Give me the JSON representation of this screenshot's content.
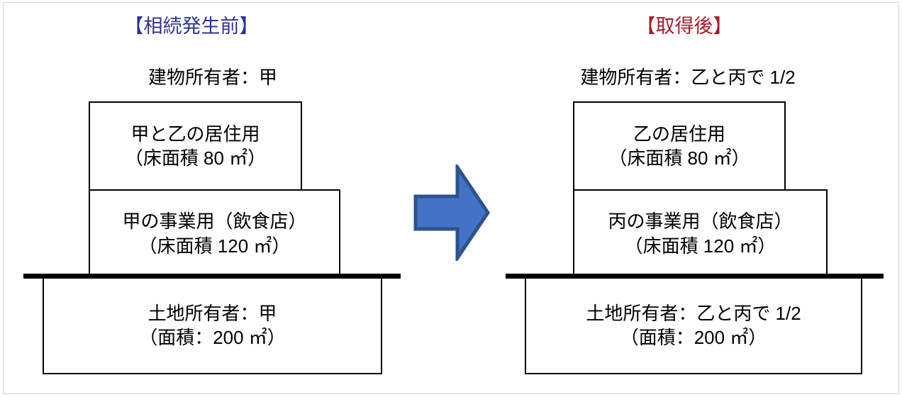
{
  "diagram": {
    "left": {
      "title": "【相続発生前】",
      "building_owner": "建物所有者：甲",
      "upper_floor": {
        "use": "甲と乙の居住用",
        "area": "（床面積 80 ㎡）"
      },
      "lower_floor": {
        "use": "甲の事業用（飲食店）",
        "area": "（床面積 120 ㎡）"
      },
      "land": {
        "owner": "土地所有者：甲",
        "area": "（面積：200 ㎡）"
      }
    },
    "right": {
      "title": "【取得後】",
      "building_owner": "建物所有者：乙と丙で 1/2",
      "upper_floor": {
        "use": "乙の居住用",
        "area": "（床面積 80 ㎡）"
      },
      "lower_floor": {
        "use": "丙の事業用（飲食店）",
        "area": "（床面積 120 ㎡）"
      },
      "land": {
        "owner": "土地所有者：乙と丙で 1/2",
        "area": "（面積：200 ㎡）"
      }
    },
    "arrow": {
      "icon": "right-arrow-icon",
      "fill_color": "#4472c4",
      "stroke_color": "#2e528f"
    },
    "colors": {
      "left_title": "#2e3192",
      "right_title": "#a61c28",
      "outline": "#000000",
      "frame": "#d6d3cc"
    }
  }
}
